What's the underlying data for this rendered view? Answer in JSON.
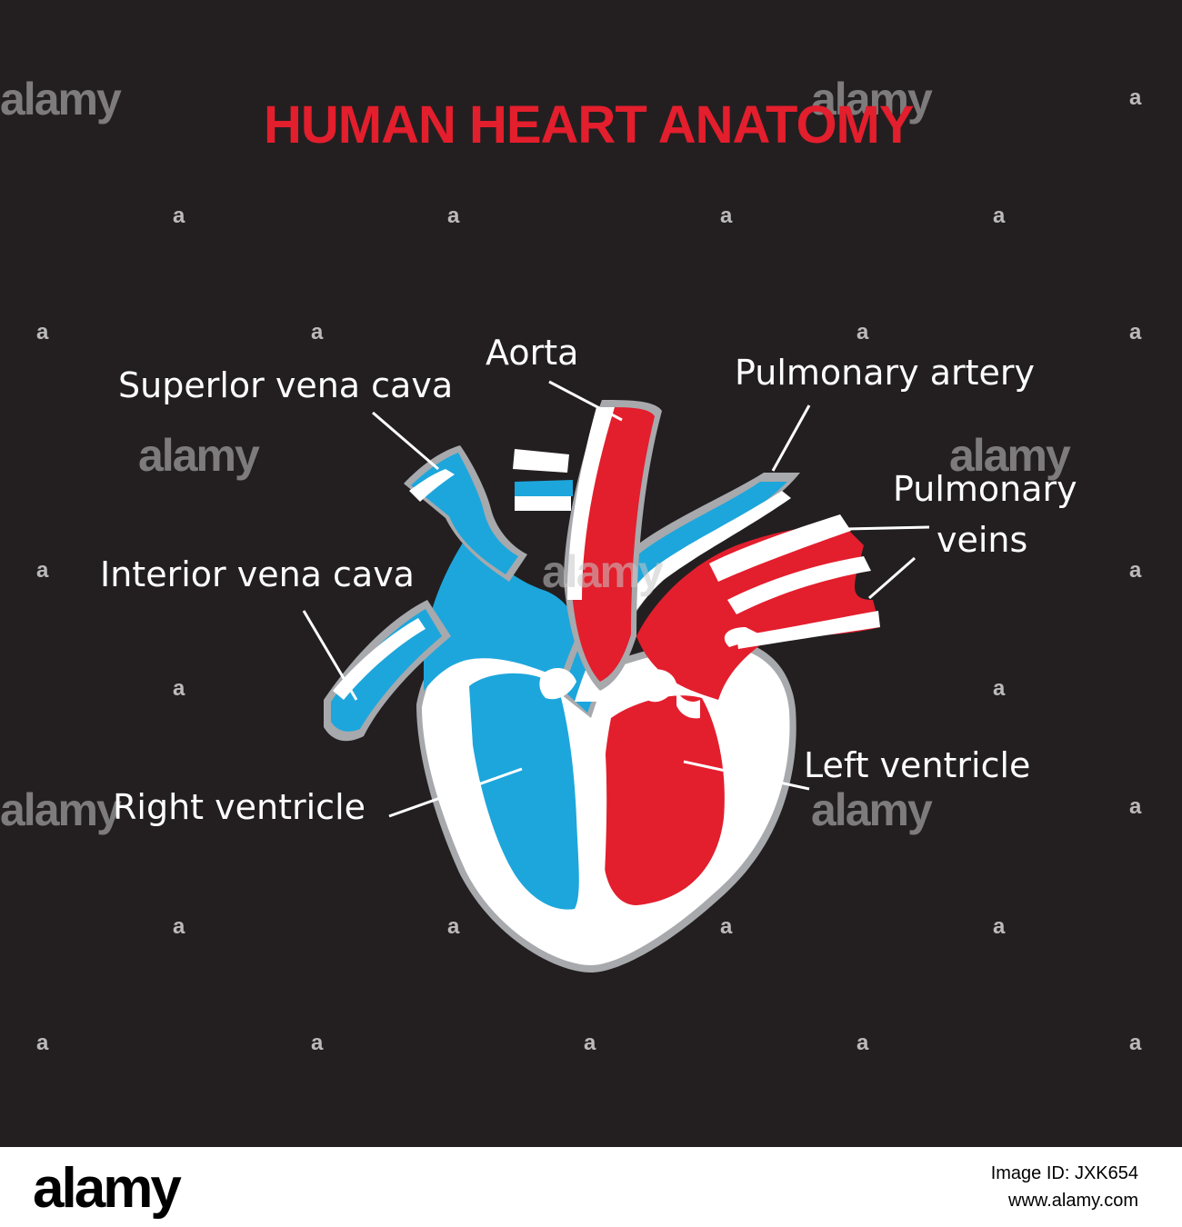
{
  "title": "HUMAN HEART ANATOMY",
  "colors": {
    "background": "#231f20",
    "title": "#e31e2d",
    "oxygenated": "#e31e2d",
    "deoxygenated": "#1da6dc",
    "wall": "#ffffff",
    "outline": "#a7a9ac"
  },
  "labels": {
    "superior_vena_cava": "Superlor vena cava",
    "aorta": "Aorta",
    "pulmonary_artery": "Pulmonary artery",
    "pulmonary_veins_line1": "Pulmonary",
    "pulmonary_veins_line2": "veins",
    "inferior_vena_cava": "Interior vena cava",
    "left_ventricle": "Left ventricle",
    "right_ventricle": "Right ventricle"
  },
  "watermark": {
    "brand": "alamy",
    "mark": "a"
  },
  "footer": {
    "brand": "alamy",
    "image_id": "Image ID: JXK654",
    "site": "www.alamy.com"
  }
}
